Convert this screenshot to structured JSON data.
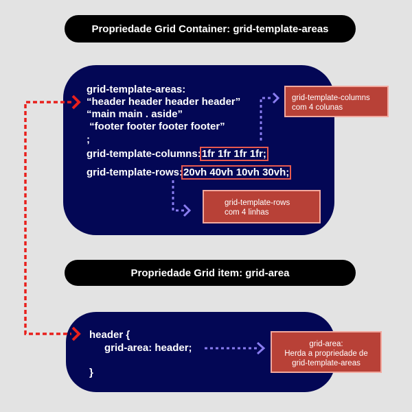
{
  "container_title": "Propriedade Grid Container: grid-template-areas",
  "item_title": "Propriedade Grid item: grid-area",
  "container_code": {
    "line1": "grid-template-areas:",
    "line2": "“header header header header”",
    "line3": "“main main . aside”",
    "line4": " “footer footer footer footer”",
    "line5": ";",
    "columns_label": "grid-template-columns:",
    "columns_value": "1fr 1fr 1fr 1fr;",
    "rows_label": "grid-template-rows:",
    "rows_value": "20vh 40vh 10vh 30vh;"
  },
  "item_code": {
    "line1": "header {",
    "line2": "grid-area: header;",
    "line3": "}"
  },
  "notes": {
    "columns": {
      "line1": "grid-template-columns",
      "line2": "com 4 colunas"
    },
    "rows": {
      "line1": "grid-template-rows",
      "line2": "com 4 linhas"
    },
    "area": {
      "line1": "grid-area:",
      "line2": "Herda a propriedade de",
      "line3": "grid-template-areas"
    }
  },
  "colors": {
    "panel": "#030755",
    "note_fill": "#b84137",
    "note_border": "#f2a99f",
    "red_arrow": "#e8201c",
    "blue_arrow": "#8a7df0"
  }
}
